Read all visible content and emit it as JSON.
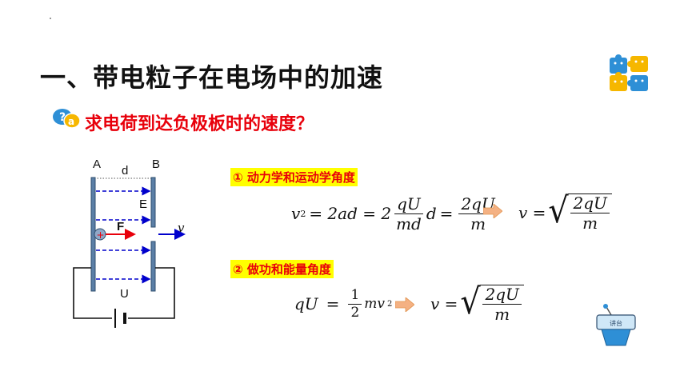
{
  "title": "一、带电粒子在电场中的加速",
  "question": {
    "icon_label": "a",
    "text": "求电荷到达负极板时的速度？"
  },
  "method1": {
    "heading": "① 动力学和运动学角度",
    "eq": {
      "v": "v",
      "sq": "2",
      "eq_1": "= 2ad = 2",
      "f1_num": "qU",
      "f1_den": "md",
      "d": "d",
      "eq_2": "=",
      "f2_num": "2qU",
      "f2_den": "m"
    },
    "result": {
      "lhs": "v =",
      "num": "2qU",
      "den": "m"
    }
  },
  "method2": {
    "heading": "② 做功和能量角度",
    "eq": {
      "lhs": "qU",
      "eq": "=",
      "f_num": "1",
      "f_den": "2",
      "mv": "mv",
      "sq": "2"
    },
    "result": {
      "lhs": "v =",
      "num": "2qU",
      "den": "m"
    }
  },
  "diagram": {
    "plate_a": "A",
    "plate_b": "B",
    "gap": "d",
    "field": "E",
    "force": "F",
    "velocity": "v",
    "voltage": "U",
    "charge_sign": "+"
  },
  "decor": {
    "podium_label": "讲台"
  },
  "colors": {
    "accent_red": "#e8000b",
    "highlight": "#ffff00",
    "field_lines": "#0000cc",
    "plate": "#5b7fa6",
    "arrow_orange": "#f4b183"
  }
}
